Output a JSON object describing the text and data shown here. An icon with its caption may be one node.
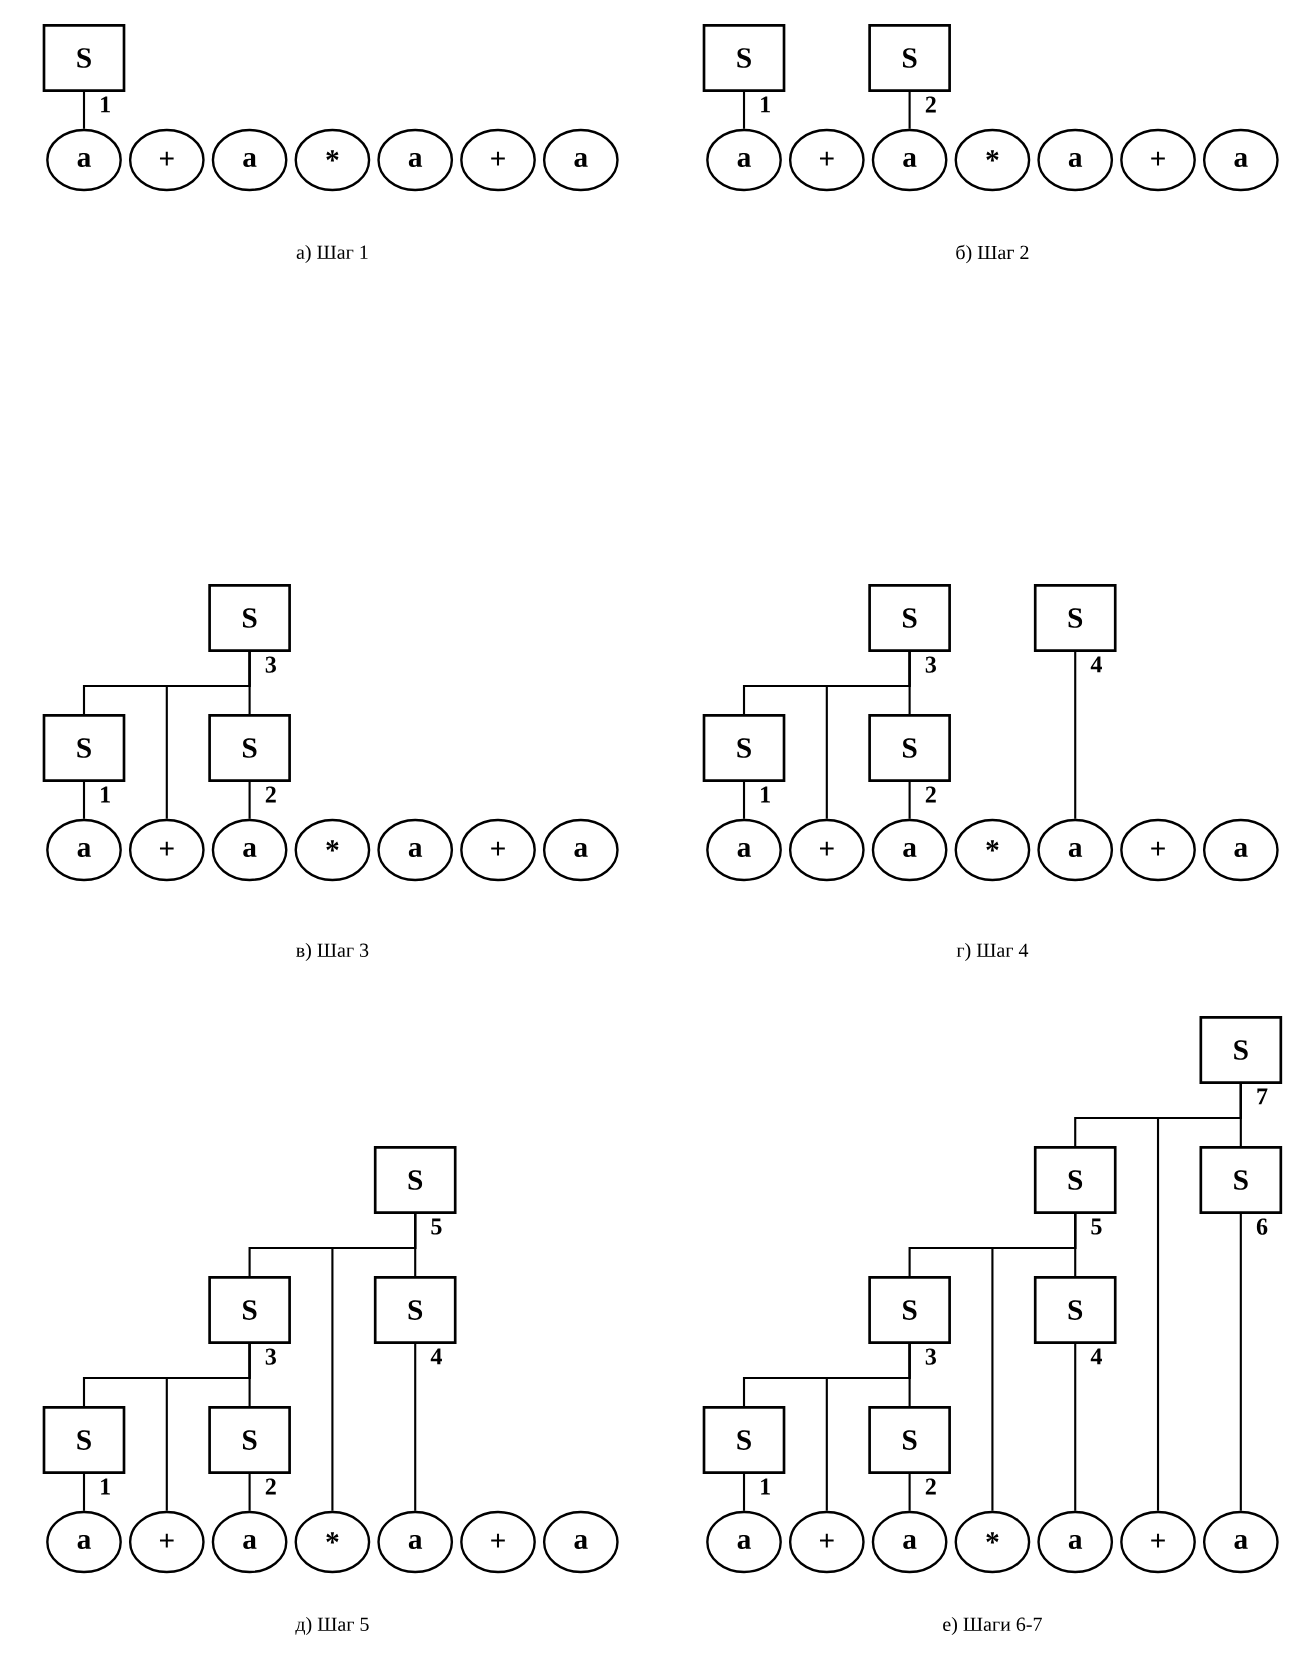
{
  "diagram": {
    "nodes": [
      {
        "text": [
          "S"
        ],
        "beside": [
          "1"
        ]
      },
      {
        "text": [
          "a"
        ]
      },
      {
        "text": [
          "+"
        ]
      },
      {
        "text": [
          "a"
        ]
      },
      {
        "text": [
          "*"
        ]
      },
      {
        "text": [
          "a"
        ]
      },
      {
        "text": [
          "+"
        ]
      },
      {
        "text": [
          "a"
        ]
      },
      {
        "text": [
          "S"
        ],
        "beside": [
          "1"
        ]
      },
      {
        "text": [
          "S"
        ],
        "beside": [
          "2"
        ]
      },
      {
        "text": [
          "a"
        ]
      },
      {
        "text": [
          "+"
        ]
      },
      {
        "text": [
          "a"
        ]
      },
      {
        "text": [
          "*"
        ]
      },
      {
        "text": [
          "a"
        ]
      },
      {
        "text": [
          "+"
        ]
      },
      {
        "text": [
          "a"
        ]
      },
      {
        "text": [
          "S"
        ],
        "beside": [
          "3"
        ]
      },
      {
        "text": [
          "S"
        ],
        "beside": [
          "1"
        ]
      },
      {
        "text": [
          "S"
        ],
        "beside": [
          "2"
        ]
      },
      {
        "text": [
          "a"
        ]
      },
      {
        "text": [
          "+"
        ]
      },
      {
        "text": [
          "a"
        ]
      },
      {
        "text": [
          "*"
        ]
      },
      {
        "text": [
          "a"
        ]
      },
      {
        "text": [
          "+"
        ]
      },
      {
        "text": [
          "a"
        ]
      },
      {
        "text": [
          "S"
        ],
        "beside": [
          "3"
        ]
      },
      {
        "text": [
          "S"
        ],
        "beside": [
          "4"
        ]
      },
      {
        "text": [
          "S"
        ],
        "beside": [
          "1"
        ]
      },
      {
        "text": [
          "S"
        ],
        "beside": [
          "2"
        ]
      },
      {
        "text": [
          "a"
        ]
      },
      {
        "text": [
          "+"
        ]
      },
      {
        "text": [
          "a"
        ]
      },
      {
        "text": [
          "*"
        ]
      },
      {
        "text": [
          "a"
        ]
      },
      {
        "text": [
          "+"
        ]
      },
      {
        "text": [
          "a"
        ]
      },
      {
        "text": [
          "S"
        ],
        "beside": [
          "5"
        ]
      },
      {
        "text": [
          "S"
        ],
        "beside": [
          "3"
        ]
      },
      {
        "text": [
          "S"
        ],
        "beside": [
          "4"
        ]
      },
      {
        "text": [
          "S"
        ],
        "beside": [
          "1"
        ]
      },
      {
        "text": [
          "S"
        ],
        "beside": [
          "2"
        ]
      },
      {
        "text": [
          "a"
        ]
      },
      {
        "text": [
          "+"
        ]
      },
      {
        "text": [
          "a"
        ]
      },
      {
        "text": [
          "*"
        ]
      },
      {
        "text": [
          "a"
        ]
      },
      {
        "text": [
          "+"
        ]
      },
      {
        "text": [
          "a"
        ]
      },
      {
        "text": [
          "S"
        ],
        "beside": [
          "7"
        ]
      },
      {
        "text": [
          "S"
        ],
        "beside": [
          "5"
        ]
      },
      {
        "text": [
          "S"
        ],
        "beside": [
          "6"
        ]
      },
      {
        "text": [
          "S"
        ],
        "beside": [
          "3"
        ]
      },
      {
        "text": [
          "S"
        ],
        "beside": [
          "4"
        ]
      },
      {
        "text": [
          "S"
        ],
        "beside": [
          "1"
        ]
      },
      {
        "text": [
          "S"
        ],
        "beside": [
          "2"
        ]
      },
      {
        "text": [
          "a"
        ]
      },
      {
        "text": [
          "+"
        ]
      },
      {
        "text": [
          "a"
        ]
      },
      {
        "text": [
          "*"
        ]
      },
      {
        "text": [
          "a"
        ]
      },
      {
        "text": [
          "+"
        ]
      },
      {
        "text": [
          "a"
        ]
      }
    ],
    "edges": [
      {
        "from": 0,
        "to": 1,
        "arrow": "none"
      },
      {
        "from": 8,
        "to": 10,
        "arrow": "none"
      },
      {
        "from": 9,
        "to": 12,
        "arrow": "none"
      },
      {
        "from": 17,
        "to": 18,
        "arrow": "none"
      },
      {
        "from": 17,
        "to": 21,
        "arrow": "none"
      },
      {
        "from": 17,
        "to": 19,
        "arrow": "none"
      },
      {
        "from": 18,
        "to": 20,
        "arrow": "none"
      },
      {
        "from": 19,
        "to": 22,
        "arrow": "none"
      },
      {
        "from": 27,
        "to": 29,
        "arrow": "none"
      },
      {
        "from": 27,
        "to": 32,
        "arrow": "none"
      },
      {
        "from": 27,
        "to": 30,
        "arrow": "none"
      },
      {
        "from": 29,
        "to": 31,
        "arrow": "none"
      },
      {
        "from": 30,
        "to": 33,
        "arrow": "none"
      },
      {
        "from": 28,
        "to": 35,
        "arrow": "none"
      },
      {
        "from": 38,
        "to": 39,
        "arrow": "none"
      },
      {
        "from": 38,
        "to": 46,
        "arrow": "none"
      },
      {
        "from": 38,
        "to": 40,
        "arrow": "none"
      },
      {
        "from": 39,
        "to": 41,
        "arrow": "none"
      },
      {
        "from": 39,
        "to": 44,
        "arrow": "none"
      },
      {
        "from": 39,
        "to": 42,
        "arrow": "none"
      },
      {
        "from": 41,
        "to": 43,
        "arrow": "none"
      },
      {
        "from": 42,
        "to": 45,
        "arrow": "none"
      },
      {
        "from": 40,
        "to": 47,
        "arrow": "none"
      },
      {
        "from": 50,
        "to": 51,
        "arrow": "none"
      },
      {
        "from": 50,
        "to": 62,
        "arrow": "none"
      },
      {
        "from": 50,
        "to": 52,
        "arrow": "none"
      },
      {
        "from": 51,
        "to": 53,
        "arrow": "none"
      },
      {
        "from": 51,
        "to": 60,
        "arrow": "none"
      },
      {
        "from": 51,
        "to": 54,
        "arrow": "none"
      },
      {
        "from": 53,
        "to": 55,
        "arrow": "none"
      },
      {
        "from": 53,
        "to": 58,
        "arrow": "none"
      },
      {
        "from": 53,
        "to": 56,
        "arrow": "none"
      },
      {
        "from": 55,
        "to": 57,
        "arrow": "none"
      },
      {
        "from": 56,
        "to": 59,
        "arrow": "none"
      },
      {
        "from": 54,
        "to": 61,
        "arrow": "none"
      },
      {
        "from": 52,
        "to": 63,
        "arrow": "none"
      }
    ],
    "labels": [
      "а) Шаг 1",
      "б) Шаг 2",
      "в) Шаг 3",
      "г) Шаг 4",
      "д) Шаг 5",
      "е) Шаги 6-7"
    ]
  }
}
